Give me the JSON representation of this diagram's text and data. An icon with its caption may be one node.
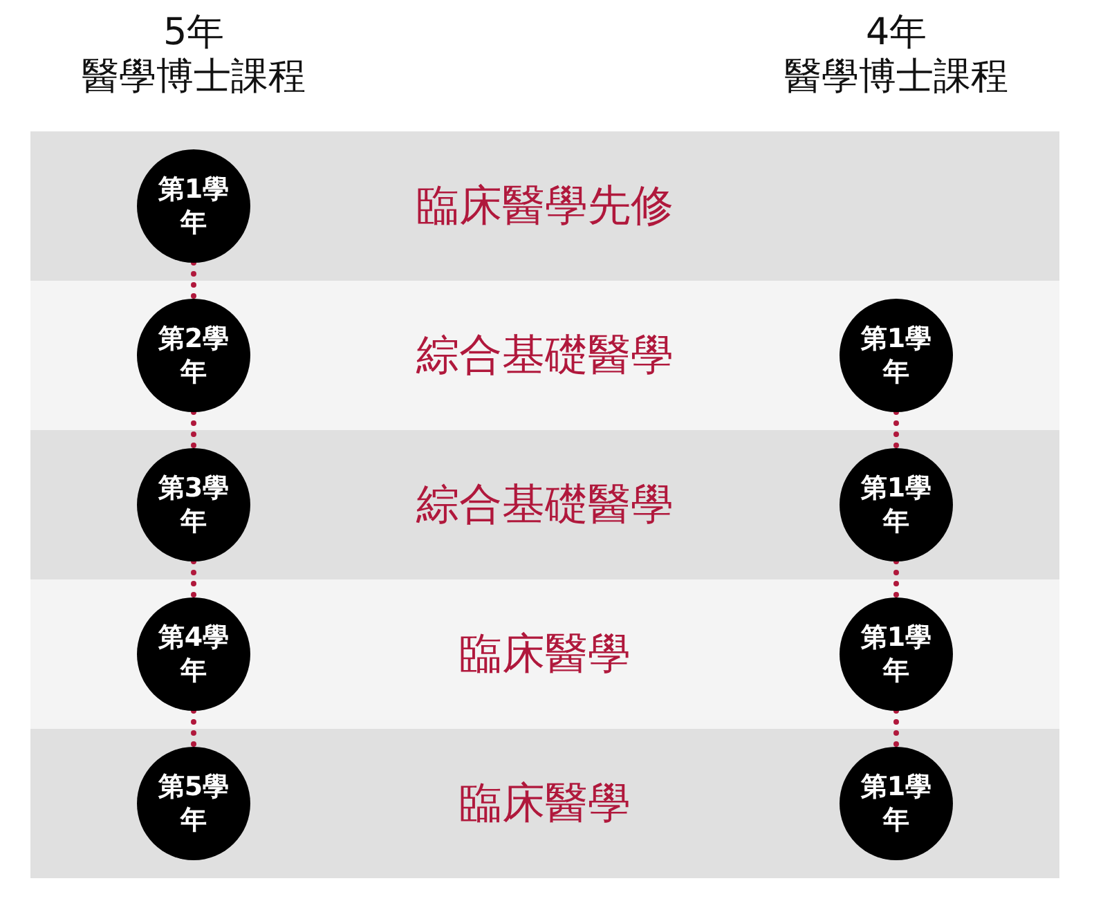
{
  "diagram": {
    "nodes": [
      {
        "text": [
          "臨床醫學先修"
        ]
      },
      {
        "text": [
          "第1學年"
        ],
        "in": 0
      },
      {
        "text": [
          "綜合基礎醫學"
        ]
      },
      {
        "text": [
          "第2學年"
        ],
        "in": 2
      },
      {
        "text": [
          "第1學年"
        ],
        "in": 2
      },
      {
        "text": [
          "綜合基礎醫學"
        ]
      },
      {
        "text": [
          "第3學年"
        ],
        "in": 5
      },
      {
        "text": [
          "第1學年"
        ],
        "in": 5
      },
      {
        "text": [
          "臨床醫學"
        ]
      },
      {
        "text": [
          "第4學年"
        ],
        "in": 8
      },
      {
        "text": [
          "第1學年"
        ],
        "in": 8
      },
      {
        "text": [
          "臨床醫學"
        ]
      },
      {
        "text": [
          "第5學年"
        ],
        "in": 11
      },
      {
        "text": [
          "第1學年"
        ],
        "in": 11
      }
    ],
    "edges": [
      {
        "from": 1,
        "to": 3,
        "arrow": "none",
        "style": "dashed"
      },
      {
        "from": 3,
        "to": 6,
        "arrow": "none",
        "style": "dashed"
      },
      {
        "from": 6,
        "to": 9,
        "arrow": "none",
        "style": "dashed"
      },
      {
        "from": 9,
        "to": 12,
        "arrow": "none",
        "style": "dashed"
      },
      {
        "from": 4,
        "to": 7,
        "arrow": "none",
        "style": "dashed"
      },
      {
        "from": 7,
        "to": 10,
        "arrow": "none",
        "style": "dashed"
      },
      {
        "from": 10,
        "to": 13,
        "arrow": "none",
        "style": "dashed"
      }
    ],
    "labels": [
      "5年",
      "醫學博士課程",
      "4年",
      "醫學博士課程"
    ]
  }
}
